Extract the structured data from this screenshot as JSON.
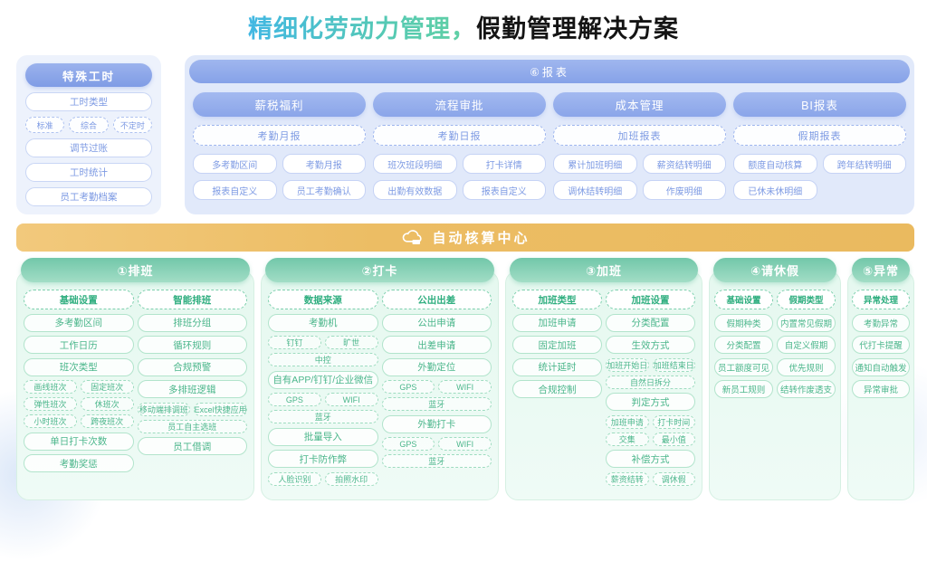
{
  "colors": {
    "accent_blue": "#86a2e8",
    "accent_green": "#72c7a9",
    "accent_orange": "#ecbd64",
    "title_gradient_start": "#41b7e3",
    "title_gradient_end": "#62d1a2"
  },
  "title": {
    "highlight": "精细化劳动力管理，",
    "rest": "假勤管理解决方案"
  },
  "special_hours": {
    "header": "特殊工时",
    "types_label": "工时类型",
    "type_options": [
      "标准",
      "综合",
      "不定时"
    ],
    "items": [
      "调节过账",
      "工时统计",
      "员工考勤档案"
    ]
  },
  "reports": {
    "header": "⑥报表",
    "groups": [
      {
        "name": "薪税福利",
        "featured": "考勤月报",
        "items": [
          "多考勤区间",
          "考勤月报",
          "报表自定义",
          "员工考勤确认"
        ]
      },
      {
        "name": "流程审批",
        "featured": "考勤日报",
        "items": [
          "班次班段明细",
          "打卡详情",
          "出勤有效数据",
          "报表自定义"
        ]
      },
      {
        "name": "成本管理",
        "featured": "加班报表",
        "items": [
          "累计加班明细",
          "薪资结转明细",
          "调休结转明细",
          "作废明细"
        ]
      },
      {
        "name": "BI报表",
        "featured": "假期报表",
        "items": [
          "额度自动核算",
          "跨年结转明细",
          "已休未休明细"
        ]
      }
    ]
  },
  "calc_center": {
    "label": "自动核算中心",
    "icon": "cloud-icon"
  },
  "columns": [
    {
      "header": "①排班",
      "left": {
        "head": "基础设置",
        "items": [
          "多考勤区间",
          "工作日历",
          "班次类型"
        ],
        "minis": [
          "画线班次",
          "固定班次",
          "弹性班次",
          "休班次",
          "小时班次",
          "跨夜班次"
        ],
        "items2": [
          "单日打卡次数",
          "考勤奖惩"
        ]
      },
      "right": {
        "head": "智能排班",
        "items": [
          "排班分组",
          "循环规则",
          "合规预警",
          "多排班逻辑"
        ],
        "minis": [
          "移动端排调班",
          "Excel快捷应用",
          "员工自主选班"
        ],
        "items2": [
          "员工借调"
        ]
      }
    },
    {
      "header": "②打卡",
      "left": {
        "head": "数据来源",
        "items": [
          "考勤机"
        ],
        "minis": [
          "钉钉",
          "旷世",
          "中控"
        ],
        "items2": [
          "自有APP/钉钉/企业微信"
        ],
        "minis2": [
          "GPS",
          "WIFI",
          "蓝牙"
        ],
        "items3": [
          "批量导入",
          "打卡防作弊"
        ],
        "minis3": [
          "人脸识别",
          "拍照水印"
        ]
      },
      "right": {
        "head": "公出出差",
        "items": [
          "公出申请",
          "出差申请",
          "外勤定位"
        ],
        "minis": [
          "GPS",
          "WIFI",
          "蓝牙"
        ],
        "items2": [
          "外勤打卡"
        ],
        "minis2": [
          "GPS",
          "WIFI",
          "蓝牙"
        ]
      }
    },
    {
      "header": "③加班",
      "left": {
        "head": "加班类型",
        "items": [
          "加班申请",
          "固定加班",
          "统计延时",
          "合规控制"
        ]
      },
      "right": {
        "head": "加班设置",
        "items": [
          "分类配置",
          "生效方式"
        ],
        "minis": [
          "加班开始日",
          "加班结束日",
          "自然日拆分"
        ],
        "items2": [
          "判定方式"
        ],
        "minis2": [
          "加班申请",
          "打卡时间",
          "交集",
          "最小值"
        ],
        "items3": [
          "补偿方式"
        ],
        "minis3": [
          "薪资结转",
          "调休假"
        ]
      }
    },
    {
      "header": "④请休假",
      "left": {
        "head": "基础设置",
        "items": [
          "假期种类",
          "分类配置",
          "员工额度可见",
          "新员工规则"
        ]
      },
      "right": {
        "head": "假期类型",
        "items": [
          "内置常见假期",
          "自定义假期",
          "优先规则",
          "结转作废透支"
        ]
      }
    },
    {
      "header": "⑤异常",
      "single": {
        "head": "异常处理",
        "items": [
          "考勤异常",
          "代打卡提醒",
          "通知自动触发",
          "异常审批"
        ]
      }
    }
  ]
}
